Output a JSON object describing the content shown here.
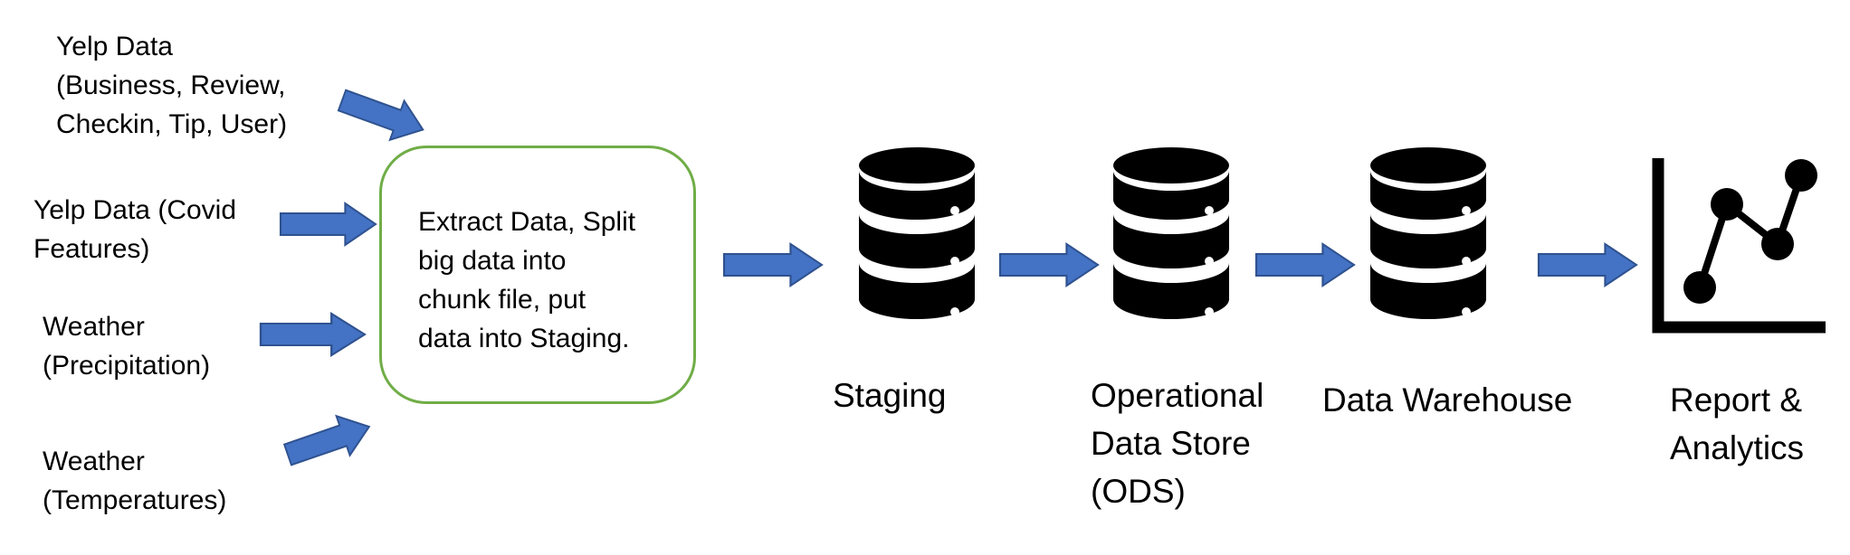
{
  "sources": [
    {
      "label": "Yelp Data\n(Business, Review,\nCheckin, Tip, User)"
    },
    {
      "label": "Yelp Data (Covid\nFeatures)"
    },
    {
      "label": "Weather\n(Precipitation)"
    },
    {
      "label": "Weather\n(Temperatures)"
    }
  ],
  "process": {
    "label": "Extract Data, Split\nbig data into\nchunk file, put\ndata into Staging."
  },
  "stages": [
    {
      "label": "Staging"
    },
    {
      "label": "Operational\nData Store\n(ODS)"
    },
    {
      "label": "Data Warehouse"
    },
    {
      "label": "Report &\nAnalytics"
    }
  ],
  "colors": {
    "arrow_fill": "#4472c4",
    "arrow_stroke": "#2f528f",
    "box_border": "#70ad47",
    "icon": "#000000"
  }
}
